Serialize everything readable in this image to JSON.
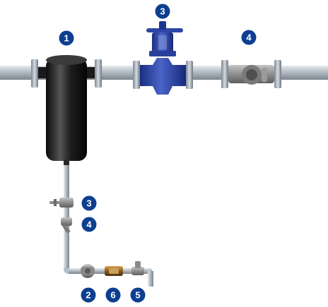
{
  "colors": {
    "background": "#ffffff",
    "badge": "#0d3f91",
    "badge_text": "#ffffff",
    "pipe": "#b4bcc4",
    "separator": "#1b1b1b",
    "valve_blue": "#2d46a6",
    "strainer": "#8e8e8e",
    "sight_glass": "#8a5a1c"
  },
  "badges": {
    "separator": "1",
    "main_valve": "3",
    "main_strainer": "4",
    "drain_valve": "3",
    "drain_strainer": "4",
    "trap": "2",
    "sight_glass": "6",
    "check_valve": "5"
  },
  "icons": {
    "separator": "steam-separator-icon",
    "main_valve": "globe-valve-icon",
    "main_strainer": "y-strainer-icon",
    "drain_valve": "drain-valve-icon",
    "drain_strainer": "drain-strainer-icon",
    "trap": "steam-trap-icon",
    "sight_glass": "sight-glass-icon",
    "check_valve": "check-valve-icon"
  }
}
